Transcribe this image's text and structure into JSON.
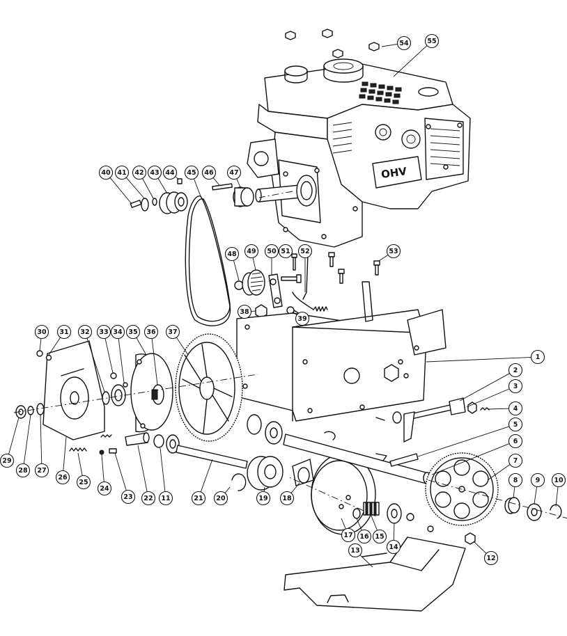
{
  "diagram": {
    "engine_badge": "OHV",
    "parts": [
      {
        "n": "1"
      },
      {
        "n": "2"
      },
      {
        "n": "3"
      },
      {
        "n": "4"
      },
      {
        "n": "5"
      },
      {
        "n": "6"
      },
      {
        "n": "7"
      },
      {
        "n": "8"
      },
      {
        "n": "9"
      },
      {
        "n": "10"
      },
      {
        "n": "11"
      },
      {
        "n": "12"
      },
      {
        "n": "13"
      },
      {
        "n": "14"
      },
      {
        "n": "15"
      },
      {
        "n": "16"
      },
      {
        "n": "17"
      },
      {
        "n": "18"
      },
      {
        "n": "19"
      },
      {
        "n": "20"
      },
      {
        "n": "21"
      },
      {
        "n": "22"
      },
      {
        "n": "23"
      },
      {
        "n": "24"
      },
      {
        "n": "25"
      },
      {
        "n": "26"
      },
      {
        "n": "27"
      },
      {
        "n": "28"
      },
      {
        "n": "29"
      },
      {
        "n": "30"
      },
      {
        "n": "31"
      },
      {
        "n": "32"
      },
      {
        "n": "33"
      },
      {
        "n": "34"
      },
      {
        "n": "35"
      },
      {
        "n": "36"
      },
      {
        "n": "37"
      },
      {
        "n": "38"
      },
      {
        "n": "39"
      },
      {
        "n": "40"
      },
      {
        "n": "41"
      },
      {
        "n": "42"
      },
      {
        "n": "43"
      },
      {
        "n": "44"
      },
      {
        "n": "45"
      },
      {
        "n": "46"
      },
      {
        "n": "47"
      },
      {
        "n": "48"
      },
      {
        "n": "49"
      },
      {
        "n": "50"
      },
      {
        "n": "51"
      },
      {
        "n": "52"
      },
      {
        "n": "53"
      },
      {
        "n": "54"
      },
      {
        "n": "55"
      }
    ]
  }
}
